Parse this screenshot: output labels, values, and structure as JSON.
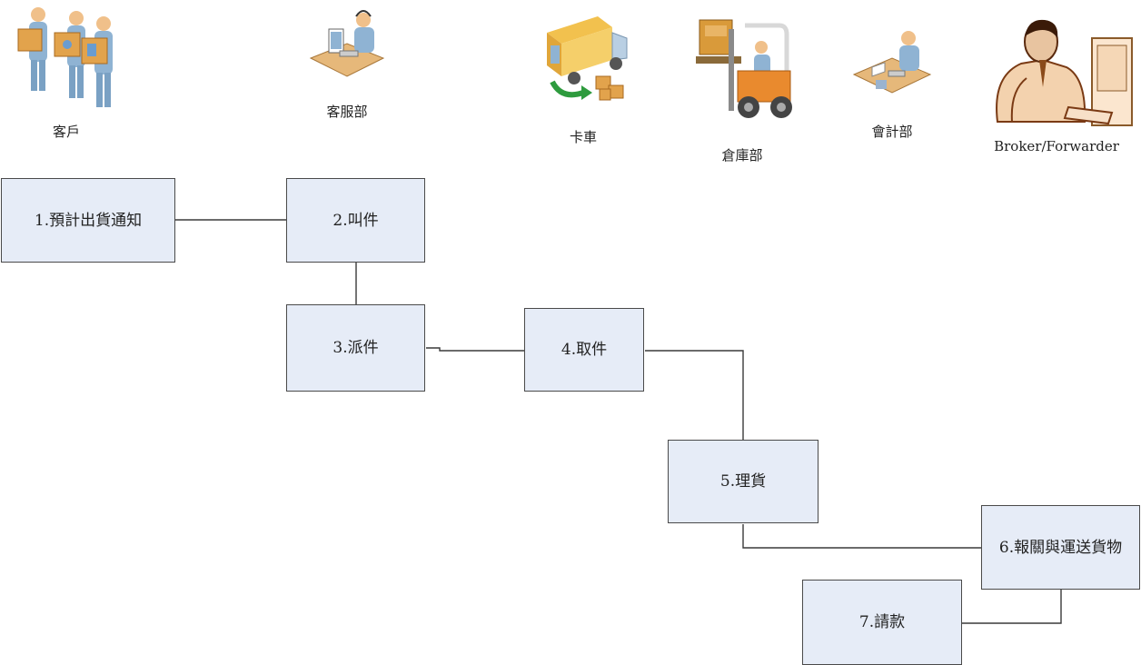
{
  "actors": [
    {
      "id": "customer",
      "label": "客戶",
      "icon": "people-carrying-boxes-icon"
    },
    {
      "id": "customer-service",
      "label": "客服部",
      "icon": "operator-at-desk-icon"
    },
    {
      "id": "truck",
      "label": "卡車",
      "icon": "delivery-truck-icon"
    },
    {
      "id": "warehouse",
      "label": "倉庫部",
      "icon": "forklift-icon"
    },
    {
      "id": "accounting",
      "label": "會計部",
      "icon": "clerk-at-desk-icon"
    },
    {
      "id": "broker",
      "label": "Broker/Forwarder",
      "icon": "businessman-at-computer-icon"
    }
  ],
  "steps": [
    {
      "label": "1.預計出貨通知"
    },
    {
      "label": "2.叫件"
    },
    {
      "label": "3.派件"
    },
    {
      "label": "4.取件"
    },
    {
      "label": "5.理貨"
    },
    {
      "label": "6.報關與運送貨物"
    },
    {
      "label": "7.請款"
    }
  ],
  "colors": {
    "box_fill": "#e6ecf7",
    "box_border": "#4a4a4a",
    "connector": "#3a3a3a"
  }
}
